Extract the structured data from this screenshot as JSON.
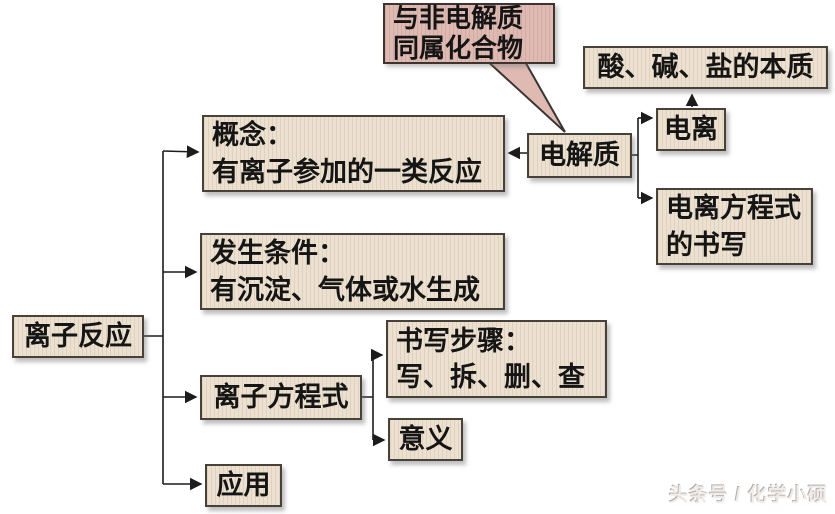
{
  "nodes": {
    "root": {
      "label": "离子反应"
    },
    "concept": {
      "line1": "概念：",
      "line2": "有离子参加的一类反应"
    },
    "condition": {
      "line1": "发生条件：",
      "line2": "有沉淀、气体或水生成"
    },
    "ionic_equation": {
      "label": "离子方程式"
    },
    "writing_steps": {
      "line1": "书写步骤：",
      "line2": "写、拆、删、查"
    },
    "meaning": {
      "label": "意义"
    },
    "application": {
      "label": "应用"
    },
    "electrolyte": {
      "label": "电解质"
    },
    "ionization": {
      "label": "电离"
    },
    "ionization_equation": {
      "line1": "电离方程式",
      "line2": "的书写"
    },
    "essence": {
      "label": "酸、碱、盐的本质"
    }
  },
  "callout": {
    "line1": "与非电解质",
    "line2": "同属化合物"
  },
  "watermark": "头条号 / 化学小硕",
  "colors": {
    "box_fill": "#ece1d0",
    "box_border": "#47413a",
    "callout_fill": "#debab3",
    "callout_border": "#3d3430",
    "line": "#1c1c1c",
    "text": "#151515"
  }
}
